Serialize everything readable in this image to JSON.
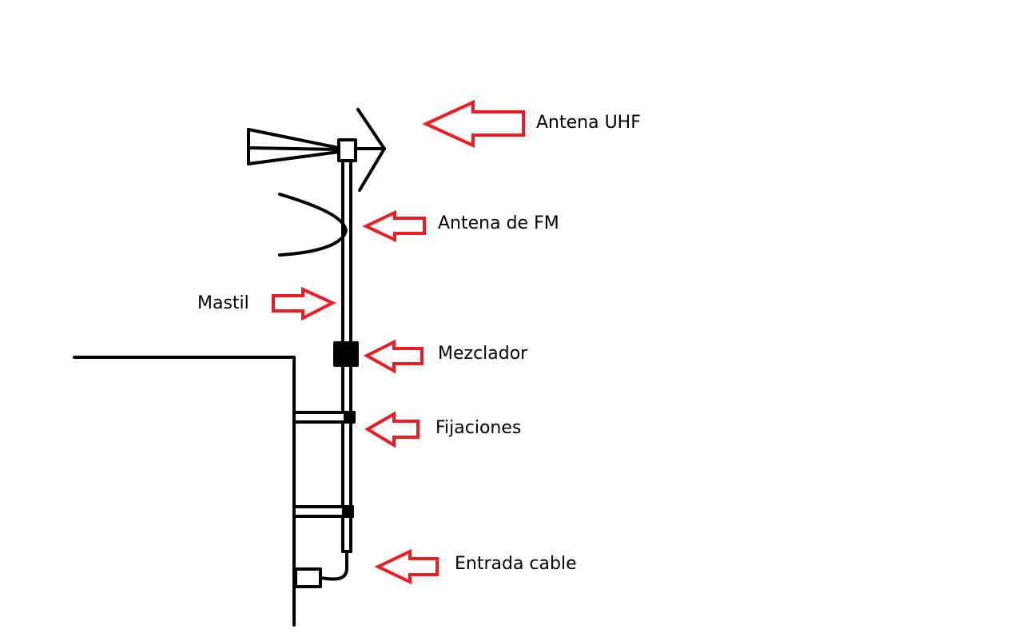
{
  "diagram": {
    "title": "",
    "labels": {
      "uhf": "Antena UHF",
      "fm": "Antena de FM",
      "mast": "Mastil",
      "mixer": "Mezclador",
      "fixings": "Fijaciones",
      "cable": "Entrada cable"
    },
    "colors": {
      "line": "#000000",
      "arrow": "#ed1c24",
      "background": "#ffffff"
    }
  }
}
